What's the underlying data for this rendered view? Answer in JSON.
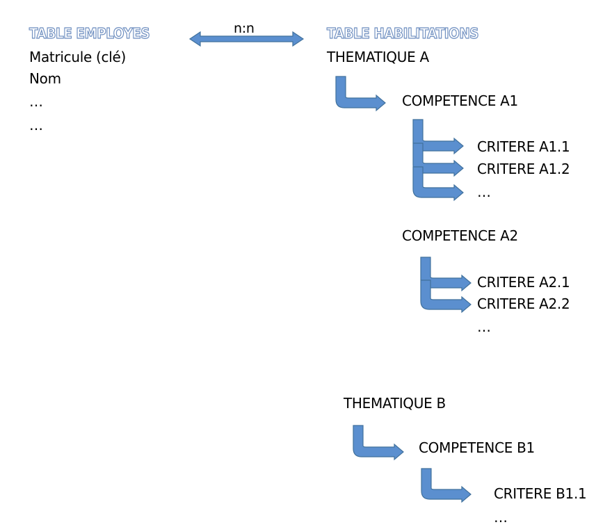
{
  "employees_table": {
    "title": "TABLE EMPLOYES",
    "fields": [
      "Matricule (clé)",
      "Nom",
      "…",
      "…"
    ]
  },
  "relation": {
    "label": "n:n"
  },
  "habilitations_table": {
    "title": "TABLE HABILITATIONS",
    "thematiques": [
      {
        "label": "THEMATIQUE A",
        "competences": [
          {
            "label": "COMPETENCE A1",
            "criteres": [
              "CRITERE A1.1",
              "CRITERE A1.2",
              "…"
            ]
          },
          {
            "label": "COMPETENCE A2",
            "criteres": [
              "CRITERE A2.1",
              "CRITERE A2.2",
              "…"
            ]
          }
        ]
      },
      {
        "label": "THEMATIQUE B",
        "competences": [
          {
            "label": "COMPETENCE B1",
            "criteres": [
              "CRITERE B1.1",
              "…"
            ]
          }
        ]
      }
    ]
  },
  "colors": {
    "arrow_fill": "#5b8fcf",
    "arrow_stroke": "#41719c",
    "title_outline": "#6f8fc0"
  }
}
